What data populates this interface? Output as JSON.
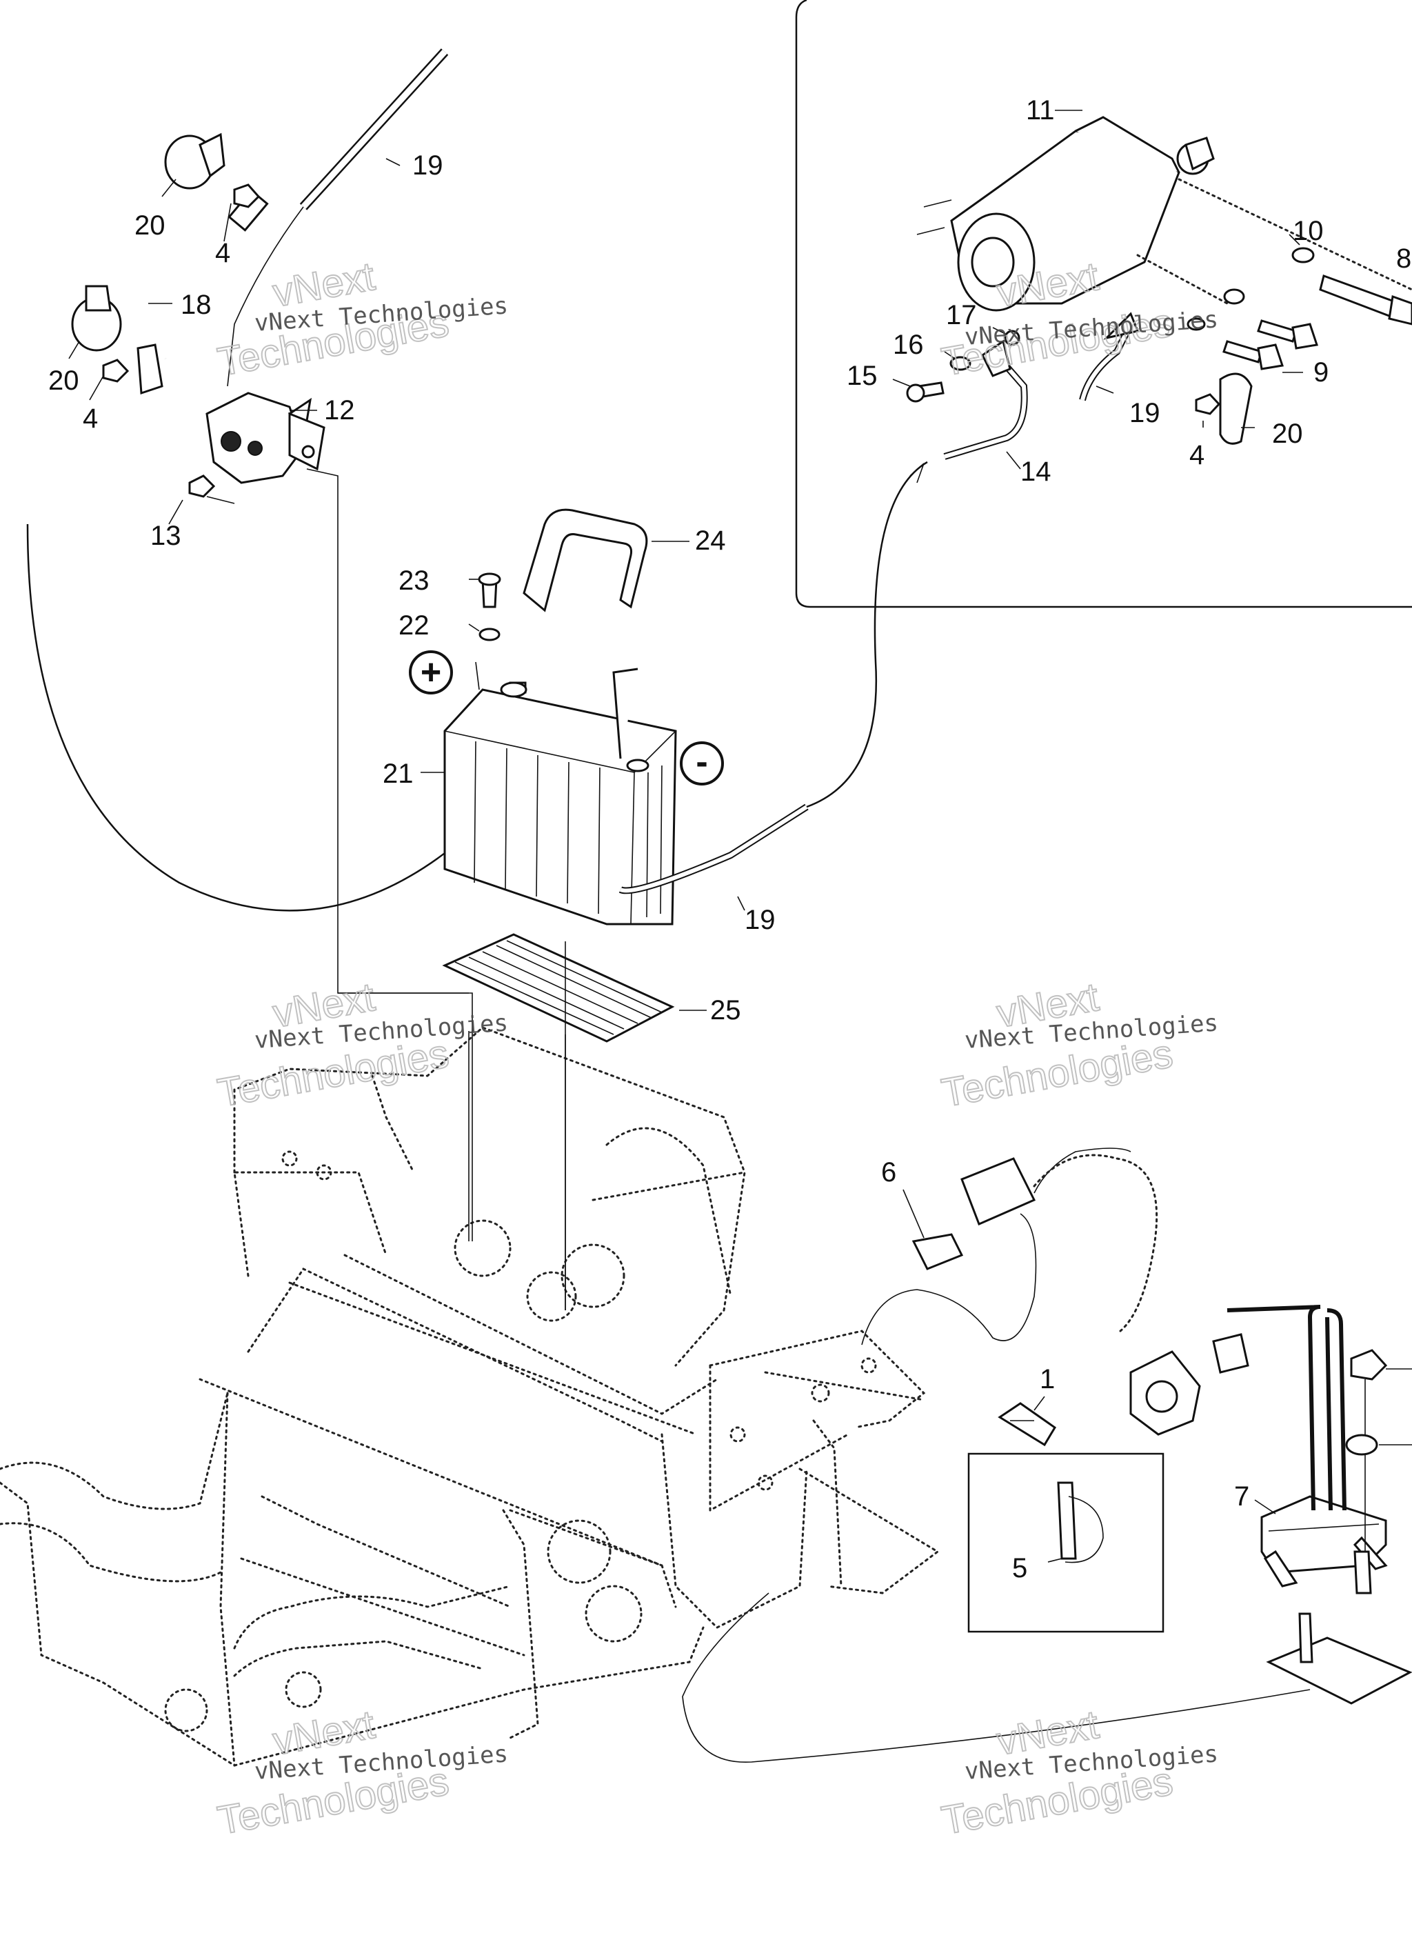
{
  "diagram": {
    "callouts": {
      "c1": "1",
      "c4a": "4",
      "c4b": "4",
      "c4c": "4",
      "c5": "5",
      "c6": "6",
      "c7": "7",
      "c8": "8",
      "c9": "9",
      "c10": "10",
      "c11": "11",
      "c12": "12",
      "c13": "13",
      "c14": "14",
      "c15": "15",
      "c16": "16",
      "c17": "17",
      "c18": "18",
      "c19a": "19",
      "c19b": "19",
      "c19c": "19",
      "c20a": "20",
      "c20b": "20",
      "c20c": "20",
      "c21": "21",
      "c22": "22",
      "c23": "23",
      "c24": "24",
      "c25": "25"
    },
    "polarity": {
      "plus": "+",
      "minus": "-"
    },
    "watermark": {
      "line1": "vNext Technologies",
      "line2": "vNext",
      "line3": "Technologies"
    }
  }
}
